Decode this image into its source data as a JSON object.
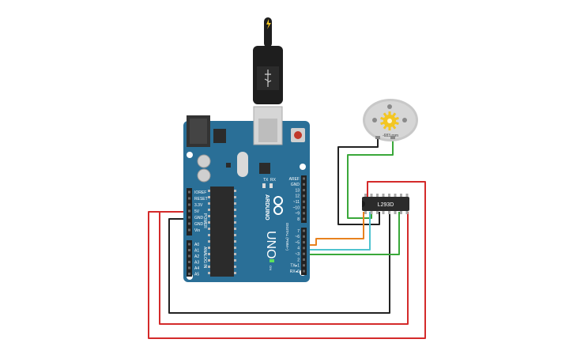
{
  "board": {
    "brand": "ARDUINO",
    "model": "UNO",
    "on_label": "ON",
    "tx_label": "TX",
    "rx_label": "RX",
    "power_header_label": "POWER",
    "analog_header_label": "ANALOG IN",
    "digital_header_label": "DIGITAL (PWM~)",
    "power_pins": [
      "IOREF",
      "RESET",
      "3.3V",
      "5V",
      "GND",
      "GND",
      "Vin"
    ],
    "analog_pins": [
      "A0",
      "A1",
      "A2",
      "A3",
      "A4",
      "A5"
    ],
    "digital_pins_top": [
      "AREF",
      "GND",
      "13",
      "12",
      "~11",
      "~10",
      "~9",
      "8"
    ],
    "digital_pins_bottom": [
      "7",
      "~6",
      "~5",
      "4",
      "~3",
      "2",
      "TX▸1",
      "RX◂0"
    ],
    "color": "#2a6f97"
  },
  "driver": {
    "label": "L293D"
  },
  "motor": {
    "readout": "-683 rpm"
  },
  "wire_colors": {
    "red": "#d42a2a",
    "black": "#222222",
    "orange": "#e8821e",
    "cyan": "#4fc3d0",
    "green": "#3aa83a"
  },
  "icons": [
    "usb-plug-icon",
    "lightning-icon",
    "gear-icon",
    "arduino-infinity-logo-icon"
  ]
}
